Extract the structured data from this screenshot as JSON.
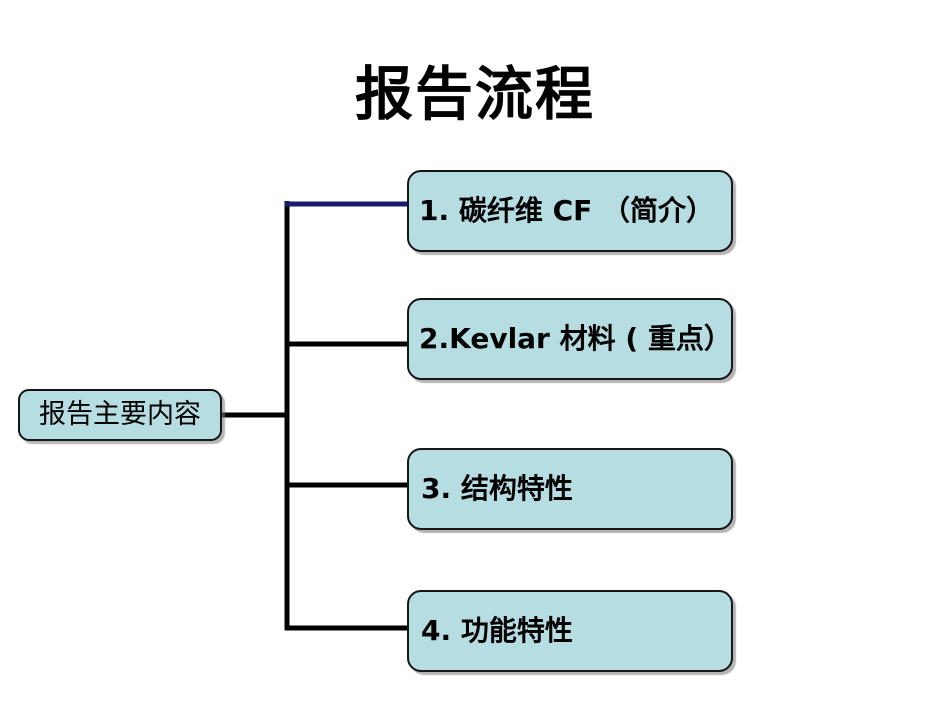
{
  "slide": {
    "title": "报告流程",
    "background_color": "#ffffff"
  },
  "diagram": {
    "type": "horizontal-tree",
    "node_fill_color": "#b6dde2",
    "node_border_color": "#161616",
    "connector_color": "#000000",
    "highlight_connector_color": "#1a1a6e",
    "root": {
      "label": "报告主要内容"
    },
    "branches": [
      {
        "index": "1",
        "label": "1. 碳纤维 CF （简介）",
        "connector_color": "#1a1a6e"
      },
      {
        "index": "2",
        "label": "2.Kevlar 材料 ( 重点）",
        "connector_color": "#000000"
      },
      {
        "index": "3",
        "label": "3.  结构特性",
        "connector_color": "#000000"
      },
      {
        "index": "4",
        "label": "4. 功能特性",
        "connector_color": "#000000"
      }
    ]
  }
}
